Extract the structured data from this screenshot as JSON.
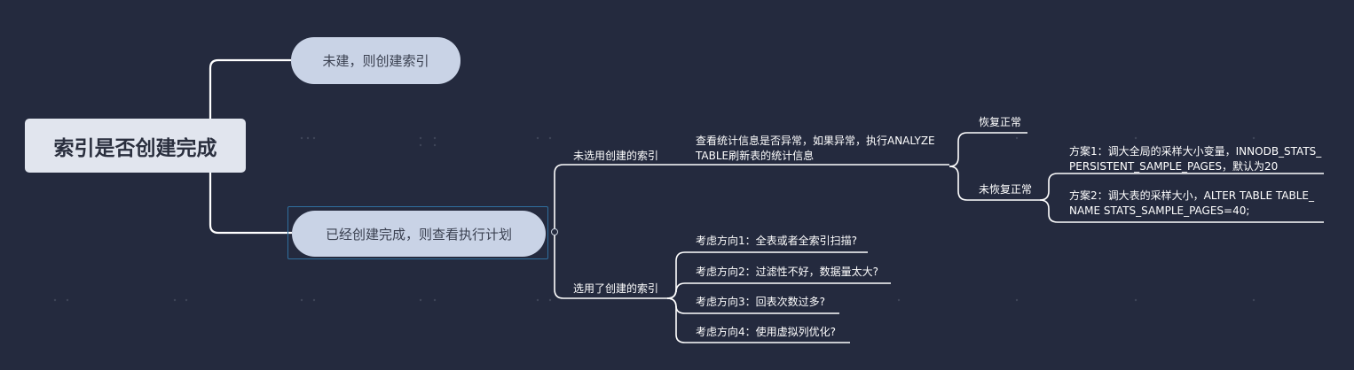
{
  "mindmap": {
    "root": "索引是否创建完成",
    "branch_not_built": "未建，则创建索引",
    "branch_built": "已经创建完成，则查看执行计划",
    "sub_unused": "未选用创建的索引",
    "sub_used": "选用了创建的索引",
    "check_stats_line1": "查看统计信息是否异常，如果异常，执行ANALYZE",
    "check_stats_line2": "TABLE刷新表的统计信息",
    "recovered": "恢复正常",
    "not_recovered": "未恢复正常",
    "plan1_line1": "方案1：调大全局的采样大小变量，INNODB_STATS_",
    "plan1_line2": "PERSISTENT_SAMPLE_PAGES，默认为20",
    "plan2_line1": "方案2：调大表的采样大小，ALTER TABLE TABLE_",
    "plan2_line2": "NAME STATS_SAMPLE_PAGES=40;",
    "direction1": "考虑方向1：全表或者全索引扫描?",
    "direction2": "考虑方向2：过滤性不好，数据量太大?",
    "direction3": "考虑方向3：回表次数过多?",
    "direction4": "考虑方向4：使用虚拟列优化?"
  },
  "colors": {
    "background": "#242a3e",
    "root_fill": "#e1e5ee",
    "pill_fill": "#c9d3e6",
    "line": "#ffffff",
    "selection": "#2f6f9e"
  }
}
